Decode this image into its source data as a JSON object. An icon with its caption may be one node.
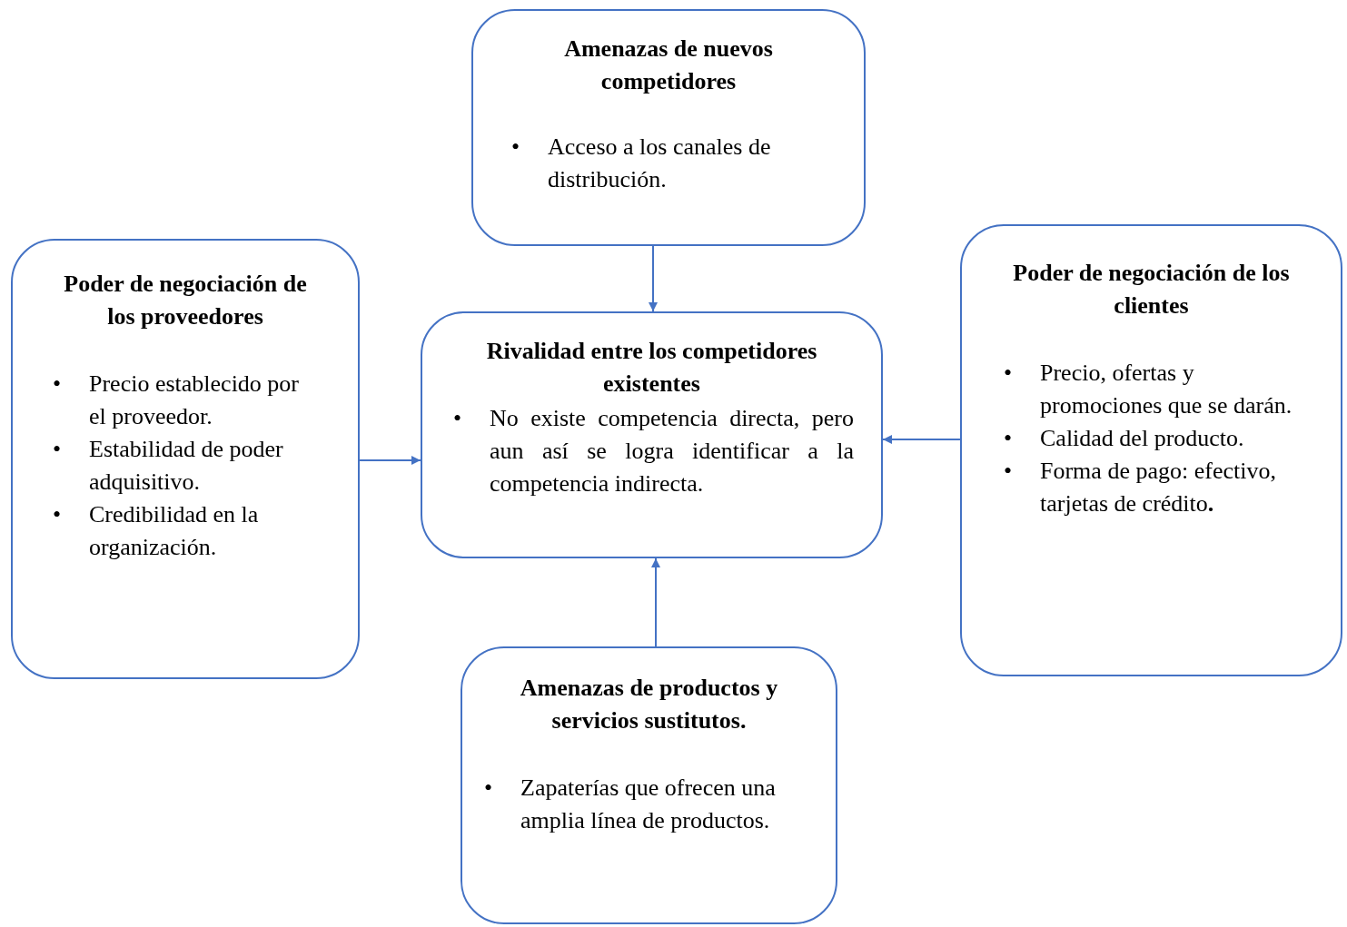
{
  "diagram": {
    "nodes": [
      {
        "text": [
          "Amenazas de nuevos competidores",
          "• Acceso a los canales de distribución."
        ]
      },
      {
        "text": [
          "Poder de negociación de los proveedores",
          "• Precio establecido por el proveedor.",
          "• Estabilidad de poder adquisitivo.",
          "• Credibilidad en la organización."
        ]
      },
      {
        "text": [
          "Rivalidad entre los competidores existentes",
          "• No existe competencia directa, pero aun así se logra identificar a la competencia indirecta."
        ]
      },
      {
        "text": [
          "Poder de negociación de los clientes",
          "• Precio, ofertas y promociones que se darán.",
          "• Calidad del producto.",
          "• Forma de pago: efectivo, tarjetas de crédito**.**"
        ]
      },
      {
        "text": [
          "Amenazas de productos y servicios sustitutos.",
          "• Zapaterías que ofrecen una amplia línea de productos."
        ]
      }
    ],
    "edges": [
      {
        "from": 0,
        "to": 2,
        "arrow": "to"
      },
      {
        "from": 1,
        "to": 2,
        "arrow": "to"
      },
      {
        "from": 3,
        "to": 2,
        "arrow": "to"
      },
      {
        "from": 4,
        "to": 2,
        "arrow": "to"
      }
    ]
  }
}
